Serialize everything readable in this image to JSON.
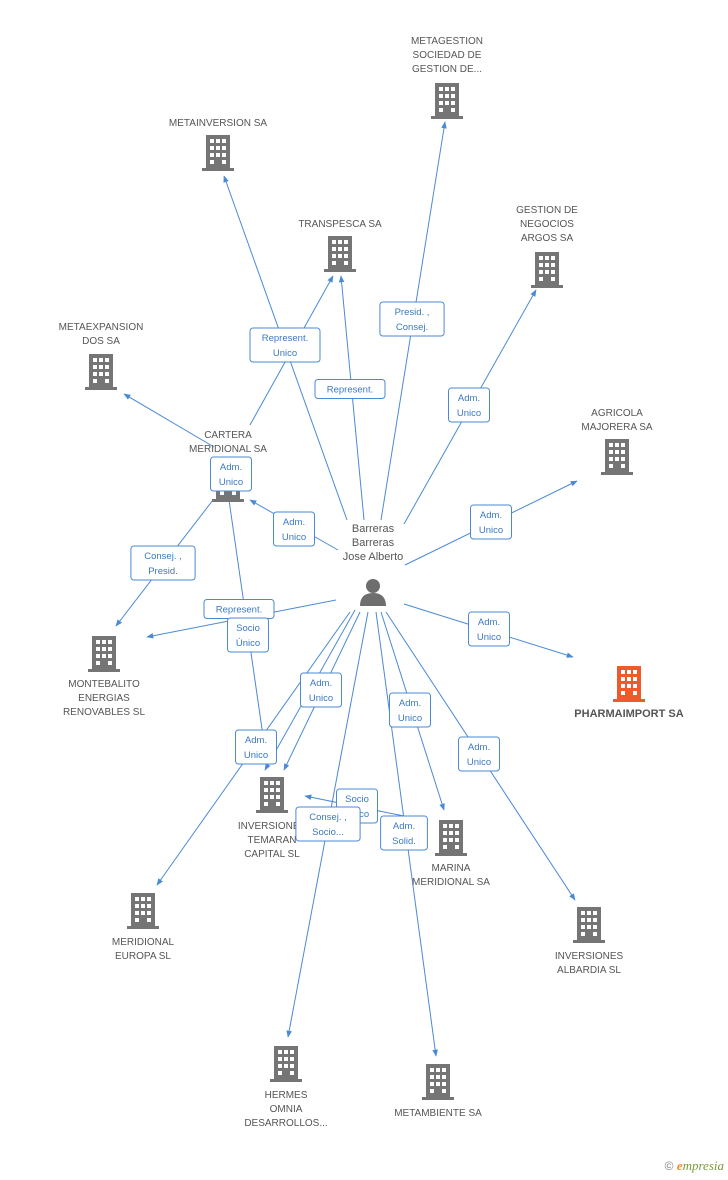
{
  "colors": {
    "edge": "#4a8ad4",
    "building": "#757575",
    "building_focus": "#f05a28",
    "person": "#6e6e6e"
  },
  "person": {
    "name_lines": [
      "Barreras",
      "Barreras",
      "Jose Alberto"
    ],
    "icon": "person-icon"
  },
  "companies": [
    {
      "id": "metagestion",
      "label_lines": [
        "METAGESTION",
        "SOCIEDAD DE",
        "GESTION DE..."
      ]
    },
    {
      "id": "metainversion",
      "label_lines": [
        "METAINVERSION SA"
      ]
    },
    {
      "id": "transpesca",
      "label_lines": [
        "TRANSPESCA SA"
      ]
    },
    {
      "id": "gestion-negocios",
      "label_lines": [
        "GESTION DE",
        "NEGOCIOS",
        "ARGOS SA"
      ]
    },
    {
      "id": "metaexpansion",
      "label_lines": [
        "METAEXPANSION",
        "DOS SA"
      ]
    },
    {
      "id": "agricola",
      "label_lines": [
        "AGRICOLA",
        "MAJORERA SA"
      ]
    },
    {
      "id": "cartera",
      "label_lines": [
        "CARTERA",
        "MERIDIONAL SA"
      ]
    },
    {
      "id": "montebalito",
      "label_lines": [
        "MONTEBALITO",
        "ENERGIAS",
        "RENOVABLES SL"
      ]
    },
    {
      "id": "pharmaimport",
      "label_lines": [
        "PHARMAIMPORT SA"
      ],
      "focus": true
    },
    {
      "id": "temaran",
      "label_lines": [
        "INVERSIONES",
        "TEMARAN",
        "CAPITAL SL"
      ]
    },
    {
      "id": "marina",
      "label_lines": [
        "MARINA",
        "MERIDIONAL SA"
      ]
    },
    {
      "id": "meridional-europa",
      "label_lines": [
        "MERIDIONAL",
        "EUROPA SL"
      ]
    },
    {
      "id": "albardia",
      "label_lines": [
        "INVERSIONES",
        "ALBARDIA SL"
      ]
    },
    {
      "id": "hermes",
      "label_lines": [
        "HERMES",
        "OMNIA",
        "DESARROLLOS..."
      ]
    },
    {
      "id": "metambiente",
      "label_lines": [
        "METAMBIENTE SA"
      ]
    }
  ],
  "edge_labels": [
    {
      "id": "presid-consej",
      "lines": [
        "Presid. ,",
        "Consej."
      ]
    },
    {
      "id": "represent-unico",
      "lines": [
        "Represent.",
        "Unico"
      ]
    },
    {
      "id": "represent-transpesca",
      "lines": [
        "Represent."
      ]
    },
    {
      "id": "adm-unico-gestion",
      "lines": [
        "Adm.",
        "Unico"
      ]
    },
    {
      "id": "adm-unico-cartera-top",
      "lines": [
        "Adm.",
        "Unico"
      ]
    },
    {
      "id": "adm-unico-person-cartera",
      "lines": [
        "Adm.",
        "Unico"
      ]
    },
    {
      "id": "adm-unico-agricola",
      "lines": [
        "Adm.",
        "Unico"
      ]
    },
    {
      "id": "consej-presid",
      "lines": [
        "Consej. ,",
        "Presid."
      ]
    },
    {
      "id": "represent-montebalito",
      "lines": [
        "Represent."
      ]
    },
    {
      "id": "socio-unico",
      "lines": [
        "Socio",
        "Único"
      ]
    },
    {
      "id": "adm-unico-pharma",
      "lines": [
        "Adm.",
        "Unico"
      ]
    },
    {
      "id": "adm-unico-temaran1",
      "lines": [
        "Adm.",
        "Unico"
      ]
    },
    {
      "id": "adm-unico-temaran2",
      "lines": [
        "Adm.",
        "Unico"
      ]
    },
    {
      "id": "adm-unico-marina",
      "lines": [
        "Adm.",
        "Unico"
      ]
    },
    {
      "id": "adm-unico-albardia",
      "lines": [
        "Adm.",
        "Unico"
      ]
    },
    {
      "id": "socio-unico-temaran",
      "lines": [
        "Socio",
        "Único"
      ]
    },
    {
      "id": "consej-socio",
      "lines": [
        "Consej. ,",
        "Socio..."
      ]
    },
    {
      "id": "adm-solid",
      "lines": [
        "Adm.",
        "Solid."
      ]
    }
  ],
  "footer": {
    "copyright": "©",
    "brand_initial": "e",
    "brand_rest": "mpresia"
  }
}
